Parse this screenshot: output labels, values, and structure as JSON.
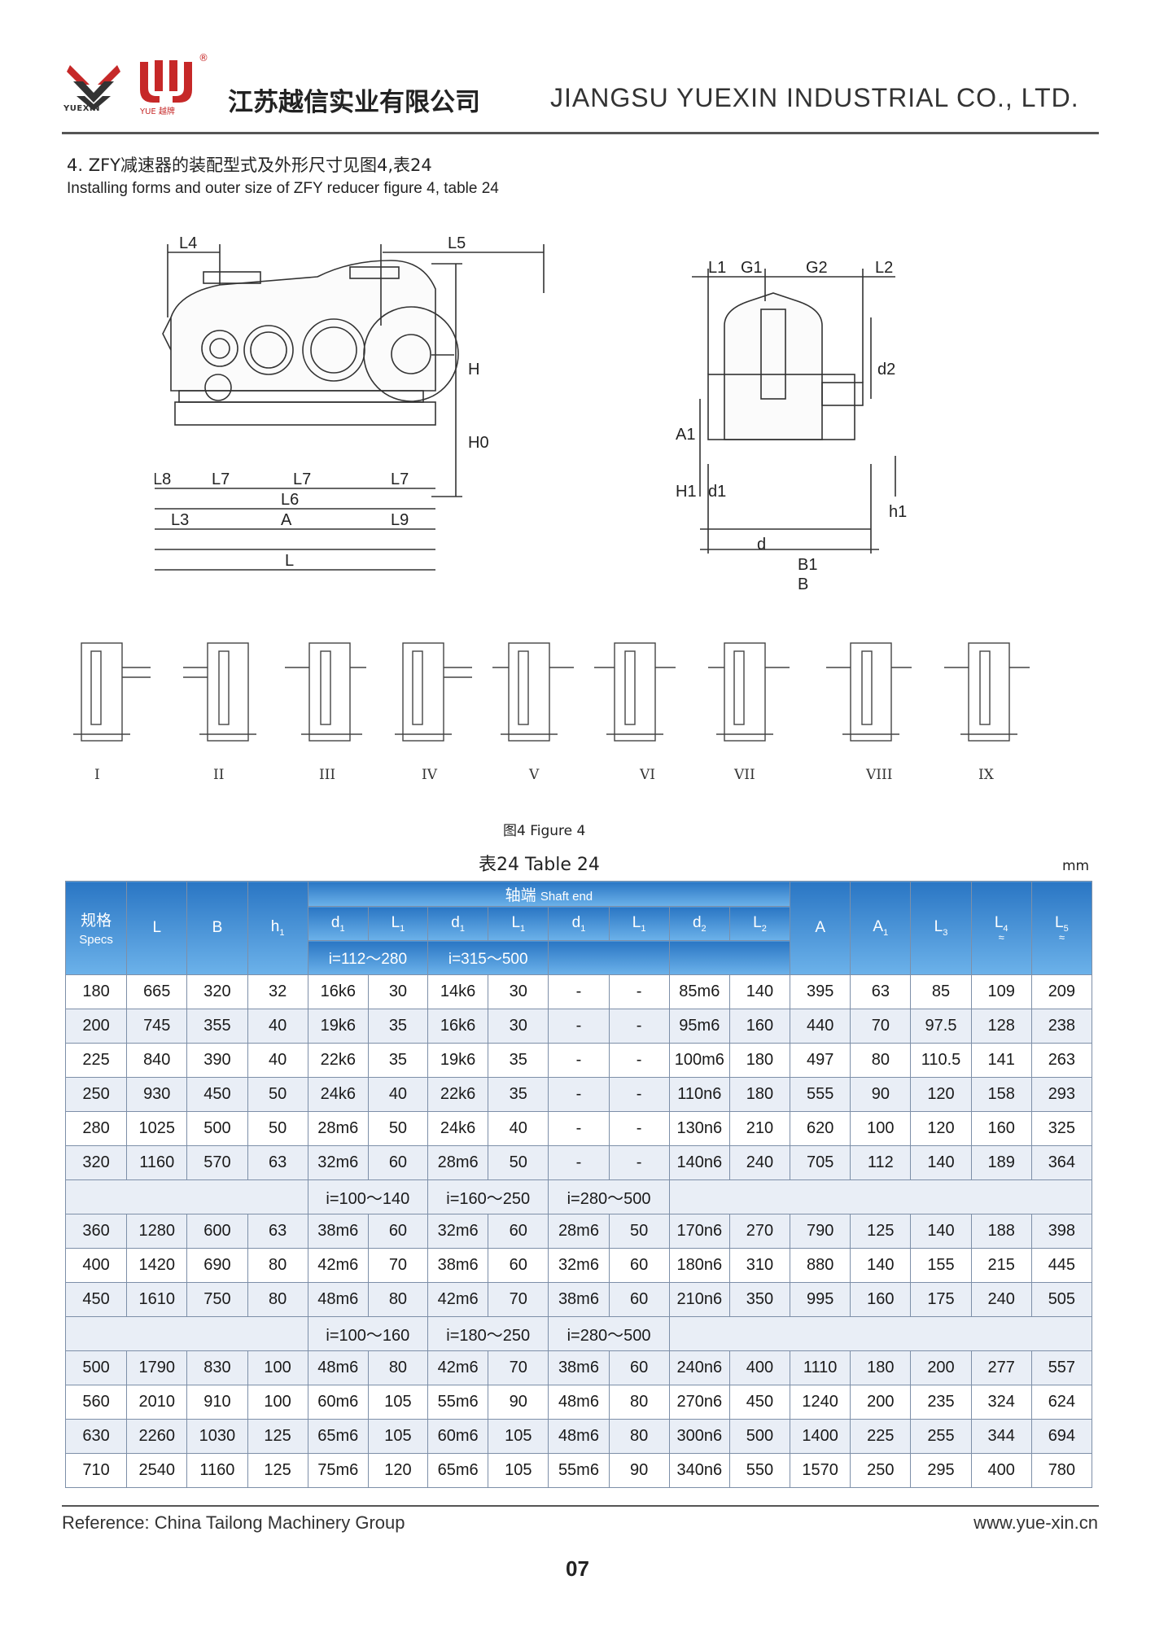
{
  "header": {
    "logo_left_text": "YUEXIN",
    "logo_right_text": "YUE 越牌",
    "registered": "®",
    "company_cn": "江苏越信实业有限公司",
    "company_en": "JIANGSU YUEXIN INDUSTRIAL CO., LTD."
  },
  "section": {
    "title_cn": "4. ZFY减速器的装配型式及外形尺寸见图4,表24",
    "title_en": "Installing forms and outer size of ZFY reducer figure 4, table 24"
  },
  "drawing_labels": {
    "front": [
      "L4",
      "L5",
      "H",
      "H0",
      "L8",
      "L7",
      "L7",
      "L7",
      "L6",
      "L3",
      "A",
      "L9",
      "L"
    ],
    "side": [
      "L1",
      "G1",
      "G2",
      "L2",
      "d2",
      "A1",
      "H1",
      "d1",
      "h1",
      "d",
      "B1",
      "B"
    ]
  },
  "assembly_forms": [
    "I",
    "II",
    "III",
    "IV",
    "V",
    "VI",
    "VII",
    "VIII",
    "IX"
  ],
  "figure_caption": "图4   Figure 4",
  "table_caption": "表24   Table 24",
  "unit": "mm",
  "table": {
    "spec_cn": "规格",
    "spec_en": "Specs",
    "shaft_end_cn": "轴端",
    "shaft_end_en": "Shaft end",
    "approx": "≈",
    "groups": [
      {
        "ratios": [
          "i=112～280",
          "i=315～500"
        ],
        "rows": [
          [
            "180",
            "665",
            "320",
            "32",
            "16k6",
            "30",
            "14k6",
            "30",
            "-",
            "-",
            "85m6",
            "140",
            "395",
            "63",
            "85",
            "109",
            "209"
          ],
          [
            "200",
            "745",
            "355",
            "40",
            "19k6",
            "35",
            "16k6",
            "30",
            "-",
            "-",
            "95m6",
            "160",
            "440",
            "70",
            "97.5",
            "128",
            "238"
          ],
          [
            "225",
            "840",
            "390",
            "40",
            "22k6",
            "35",
            "19k6",
            "35",
            "-",
            "-",
            "100m6",
            "180",
            "497",
            "80",
            "110.5",
            "141",
            "263"
          ],
          [
            "250",
            "930",
            "450",
            "50",
            "24k6",
            "40",
            "22k6",
            "35",
            "-",
            "-",
            "110n6",
            "180",
            "555",
            "90",
            "120",
            "158",
            "293"
          ],
          [
            "280",
            "1025",
            "500",
            "50",
            "28m6",
            "50",
            "24k6",
            "40",
            "-",
            "-",
            "130n6",
            "210",
            "620",
            "100",
            "120",
            "160",
            "325"
          ],
          [
            "320",
            "1160",
            "570",
            "63",
            "32m6",
            "60",
            "28m6",
            "50",
            "-",
            "-",
            "140n6",
            "240",
            "705",
            "112",
            "140",
            "189",
            "364"
          ]
        ]
      },
      {
        "ratios": [
          "i=100～140",
          "i=160～250",
          "i=280～500"
        ],
        "rows": [
          [
            "360",
            "1280",
            "600",
            "63",
            "38m6",
            "60",
            "32m6",
            "60",
            "28m6",
            "50",
            "170n6",
            "270",
            "790",
            "125",
            "140",
            "188",
            "398"
          ],
          [
            "400",
            "1420",
            "690",
            "80",
            "42m6",
            "70",
            "38m6",
            "60",
            "32m6",
            "60",
            "180n6",
            "310",
            "880",
            "140",
            "155",
            "215",
            "445"
          ],
          [
            "450",
            "1610",
            "750",
            "80",
            "48m6",
            "80",
            "42m6",
            "70",
            "38m6",
            "60",
            "210n6",
            "350",
            "995",
            "160",
            "175",
            "240",
            "505"
          ]
        ]
      },
      {
        "ratios": [
          "i=100～160",
          "i=180～250",
          "i=280～500"
        ],
        "rows": [
          [
            "500",
            "1790",
            "830",
            "100",
            "48m6",
            "80",
            "42m6",
            "70",
            "38m6",
            "60",
            "240n6",
            "400",
            "1110",
            "180",
            "200",
            "277",
            "557"
          ],
          [
            "560",
            "2010",
            "910",
            "100",
            "60m6",
            "105",
            "55m6",
            "90",
            "48m6",
            "80",
            "270n6",
            "450",
            "1240",
            "200",
            "235",
            "324",
            "624"
          ],
          [
            "630",
            "2260",
            "1030",
            "125",
            "65m6",
            "105",
            "60m6",
            "105",
            "48m6",
            "80",
            "300n6",
            "500",
            "1400",
            "225",
            "255",
            "344",
            "694"
          ],
          [
            "710",
            "2540",
            "1160",
            "125",
            "75m6",
            "120",
            "65m6",
            "105",
            "55m6",
            "90",
            "340n6",
            "550",
            "1570",
            "250",
            "295",
            "400",
            "780"
          ]
        ]
      }
    ]
  },
  "footer": {
    "reference": "Reference:  China Tailong Machinery Group",
    "website": "www.yue-xin.cn",
    "page_number": "07"
  }
}
